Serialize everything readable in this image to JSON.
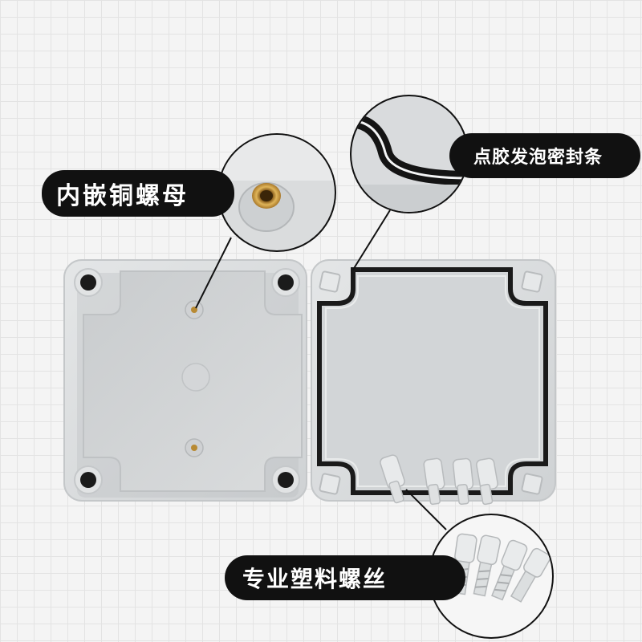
{
  "callouts": {
    "nut_label": "内嵌铜螺母",
    "seal_label": "点胶发泡密封条",
    "screw_label": "专业塑料螺丝"
  },
  "colors": {
    "label_background": "#111111",
    "label_text": "#ffffff",
    "box_plastic": "#dcdedf",
    "gasket": "#1a1a1a",
    "brass_insert": "#c99a3a"
  }
}
